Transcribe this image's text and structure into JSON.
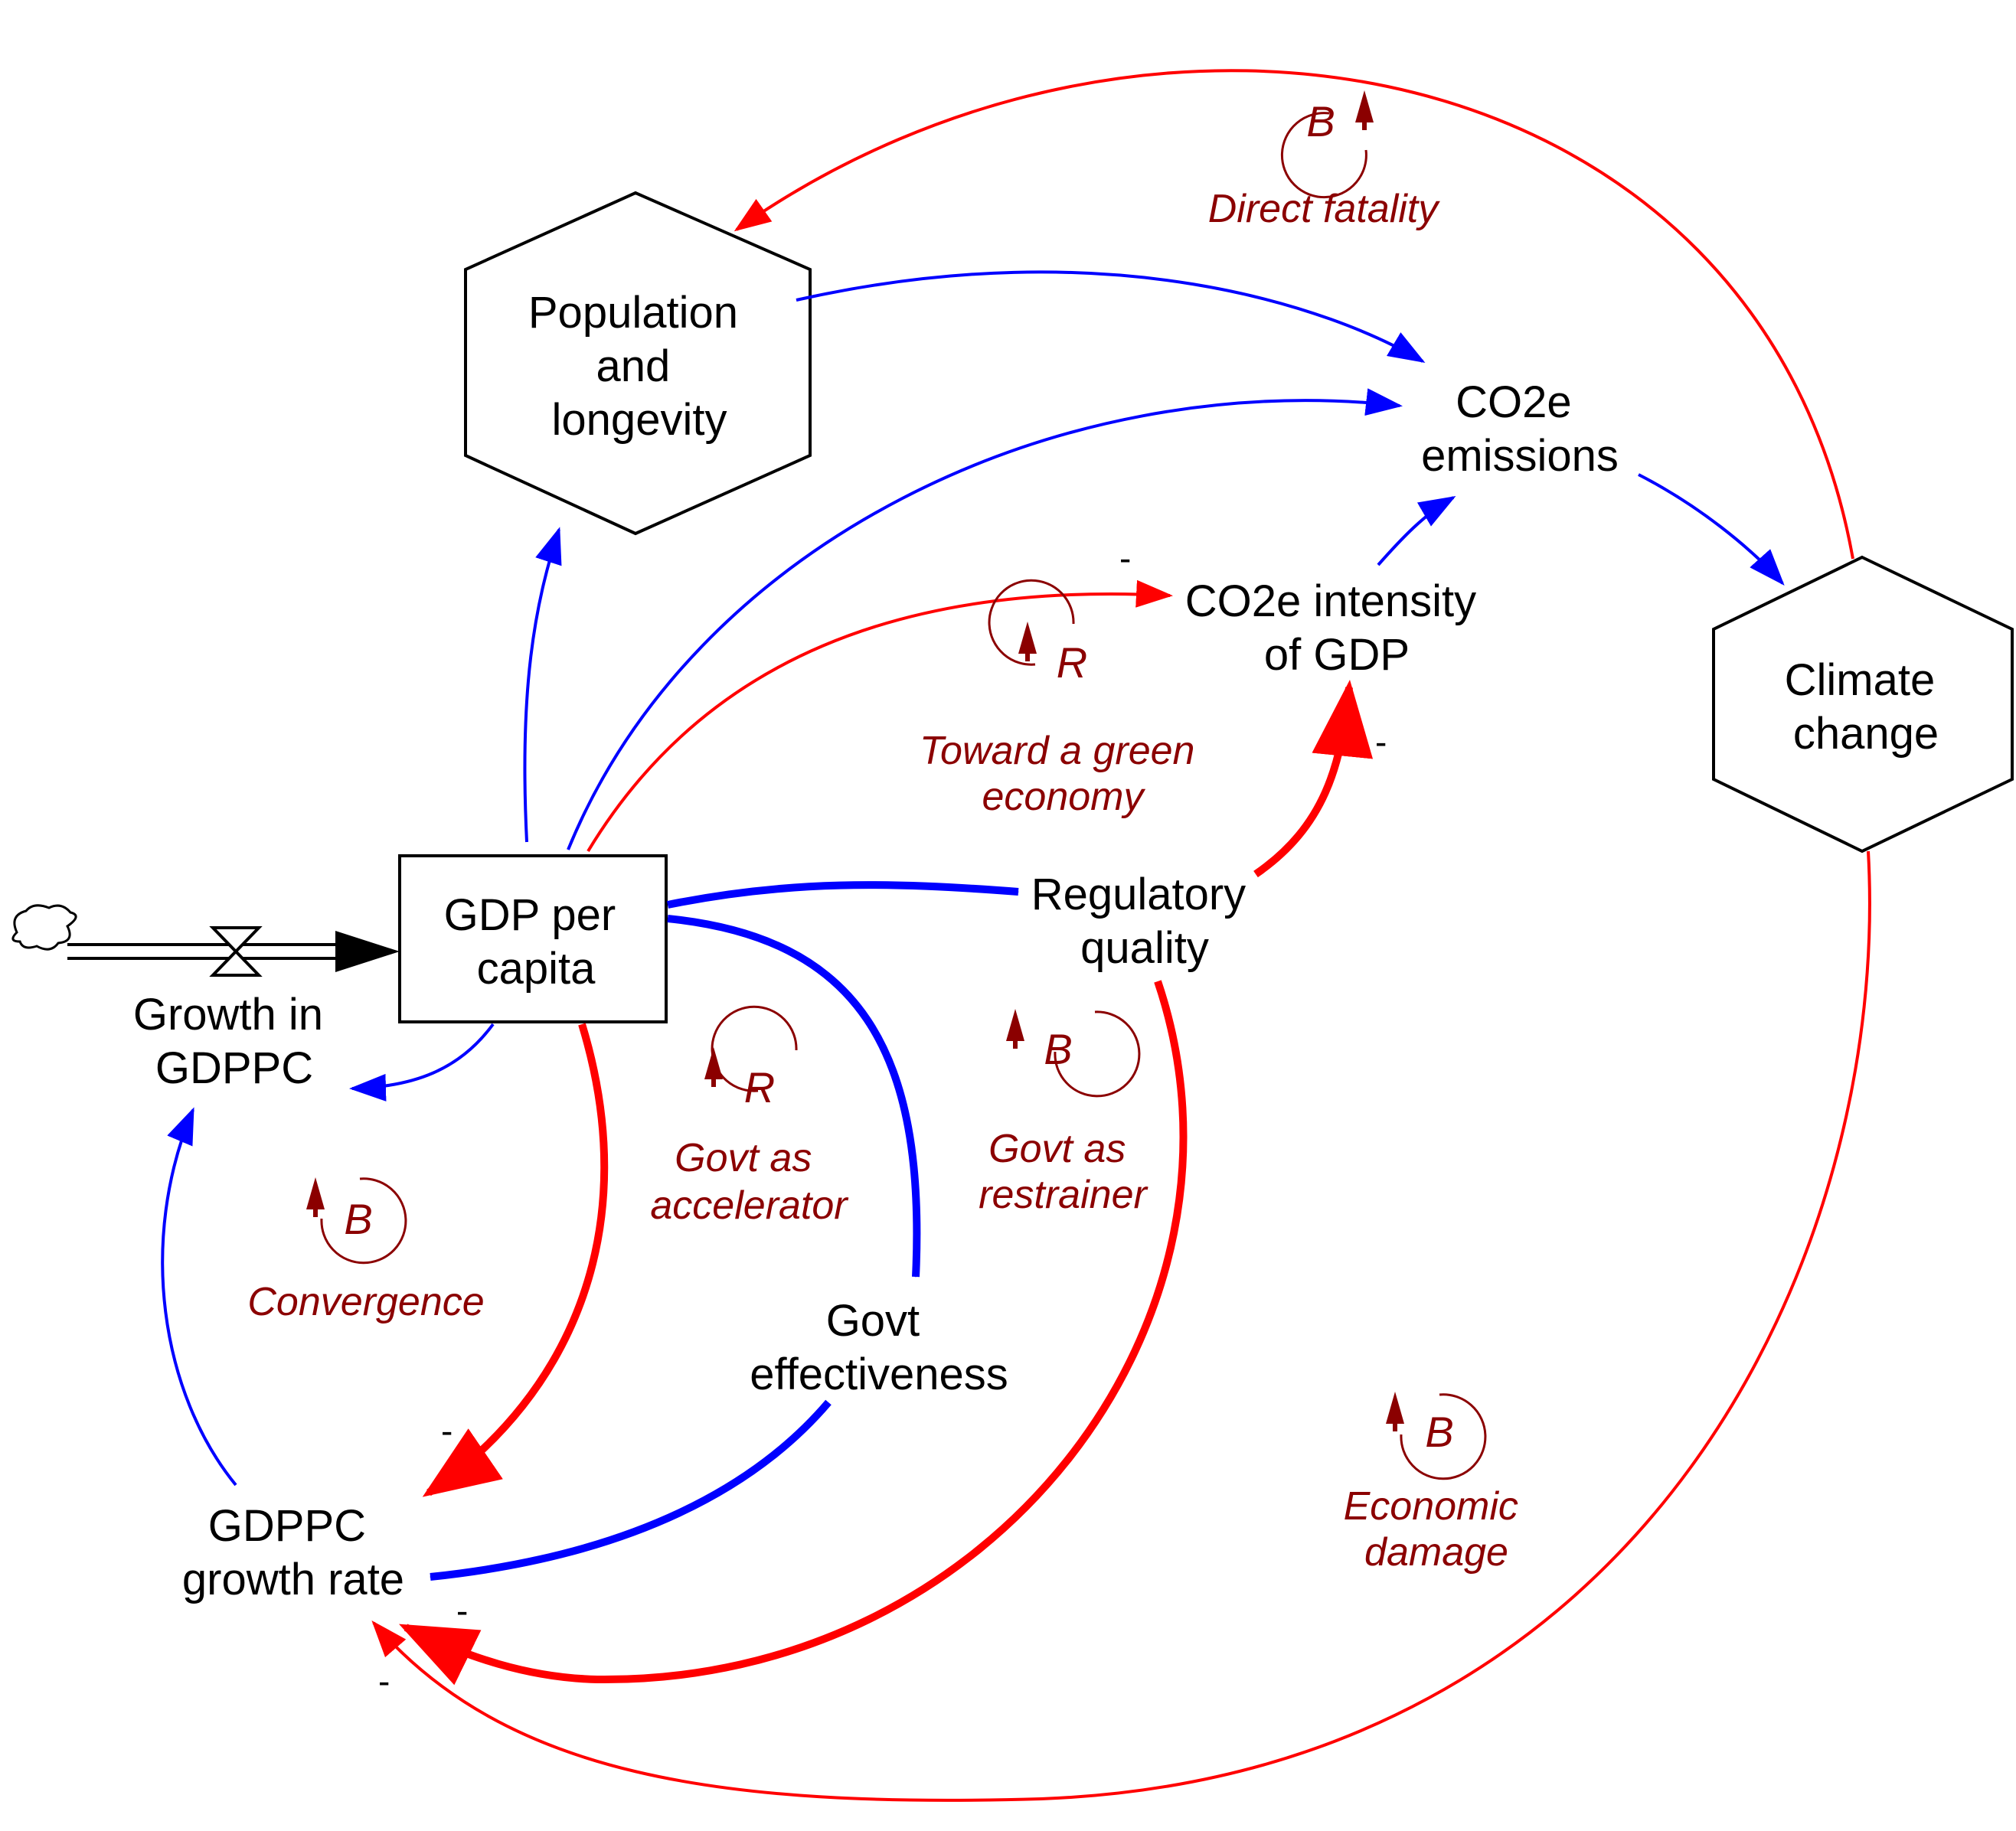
{
  "colors": {
    "positive_link": "#0000ff",
    "negative_link": "#ff0000",
    "loop_label": "#8b0000",
    "stock_border": "#000000"
  },
  "nodes": {
    "population": [
      "Population",
      "and",
      "longevity"
    ],
    "co2_emissions": [
      "CO2e",
      "emissions"
    ],
    "climate_change": [
      "Climate",
      "change"
    ],
    "co2_intensity": [
      "CO2e intensity",
      "of GDP"
    ],
    "gdp_per_capita": [
      "GDP per",
      "capita"
    ],
    "regulatory_quality": [
      "Regulatory",
      "quality"
    ],
    "growth_in_gdppc": [
      "Growth in",
      "GDPPC"
    ],
    "govt_effectiveness": [
      "Govt",
      "effectiveness"
    ],
    "gdppc_growth_rate": [
      "GDPPC",
      "growth rate"
    ]
  },
  "loops": {
    "direct_fatality": {
      "type": "B",
      "label": [
        "Direct fatality"
      ]
    },
    "toward_green": {
      "type": "R",
      "label": [
        "Toward a green",
        "economy"
      ]
    },
    "govt_accelerator": {
      "type": "R",
      "label": [
        "Govt as",
        "accelerator"
      ]
    },
    "govt_restrainer": {
      "type": "B",
      "label": [
        "Govt as",
        "restrainer"
      ]
    },
    "convergence": {
      "type": "B",
      "label": [
        "Convergence"
      ]
    },
    "economic_damage": {
      "type": "B",
      "label": [
        "Economic",
        "damage"
      ]
    }
  },
  "polarity": {
    "minus": "-"
  }
}
